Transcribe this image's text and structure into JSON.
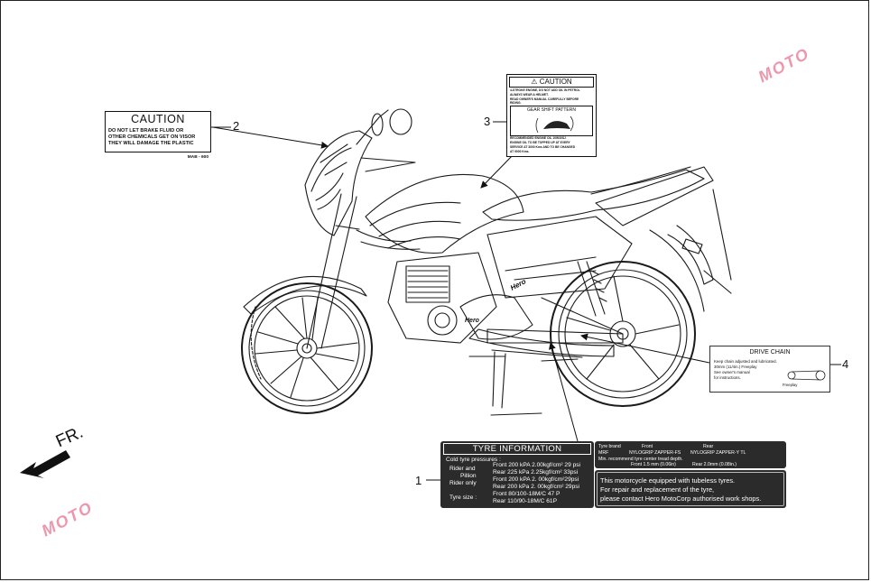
{
  "callouts": {
    "n1": "1",
    "n2": "2",
    "n3": "3",
    "n4": "4"
  },
  "direction": {
    "label": "FR."
  },
  "caution_visor": {
    "title": "CAUTION",
    "lines": [
      "DO NOT LET BRAKE FLUID OR",
      "OTHER CHEMICALS GET ON VISOR",
      "THEY WILL DAMAGE THE PLASTIC"
    ],
    "code": "MAB - 600"
  },
  "caution_engine": {
    "title": "CAUTION",
    "rows": [
      "4-STROKE ENGINE, DO NOT ADD OIL IN PETROL",
      "ALWAYS WEAR A HELMET.",
      "READ OWNER'S MANUAL CAREFULLY BEFORE",
      "RIDING."
    ],
    "gear_title": "GEAR SHIFT PATTERN",
    "rows2": [
      "RECOMMENDED ENGINE OIL 10W30SJ",
      "ENGINE OIL TO BE TOPPED UP AT EVERY",
      "SERVICE AT 3000 Kms AND TO BE CHANGED",
      "AT 9000 Kms."
    ]
  },
  "drive_chain": {
    "title": "DRIVE CHAIN",
    "lines": [
      "Keep chain adjusted and lubricated.",
      "30mm (11/4in.) Freeplay",
      "See owner's manual",
      "for instructions."
    ],
    "freeplay": "Freeplay"
  },
  "tyre_info": {
    "title": "TYRE INFORMATION",
    "cold_label": "Cold tyre pressures :",
    "rider_pillion_1": "Rider and",
    "rider_pillion_2": "Pillion",
    "rider_only": "Rider only",
    "tyre_size": "Tyre size :",
    "values": [
      "Front 200 kPA 2.00kgf/cm² 29 psi",
      "Rear 225 kPa 2.25kgf/cm² 33psi",
      "Front 200 kPA 2. 00kgf/cm²29psi",
      "Rear 200 kPa 2. 00kgf/cm² 29psi",
      "Front 80/100-18M/C 47 P",
      "Rear 110/90-18M/C 61P"
    ],
    "brand": {
      "brand_label": "Tyre brand",
      "front_label": "Front",
      "rear_label": "Rear",
      "maker": "MRF",
      "front_model": "NYLOGRIP ZAPPER-FS",
      "rear_model": "NYLOGRIP ZAPPER-Y TL",
      "min_depth": "Min. recommend tyre center tread depth.",
      "front_depth": "Front 1.5 mm (0.06in)",
      "rear_depth": "Rear 2.0mm (0.08in.)"
    },
    "notice": [
      "This motorcycle equipped with tubeless tyres.",
      "For repair and replacement of the tyre,",
      "please contact Hero MotoCorp authorised work shops."
    ]
  },
  "bike_text": {
    "brand_badge": "Hero",
    "engine_badge": "Hero"
  },
  "watermark": {
    "text": "MOTO"
  },
  "colors": {
    "label_dark": "#2b2b2b",
    "line": "#111111",
    "watermark": "#e0436a"
  }
}
